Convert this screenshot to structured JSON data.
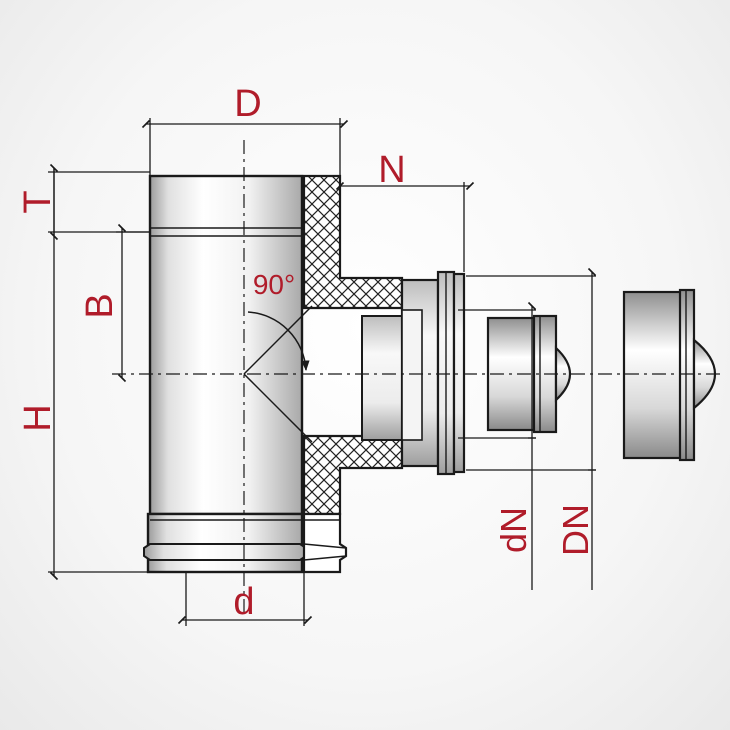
{
  "drawing": {
    "label_color": "#b01c2a",
    "line_color": "#1a1a1a",
    "labels": {
      "D": "D",
      "N": "N",
      "T": "T",
      "B": "B",
      "H": "H",
      "d": "d",
      "angle": "90°",
      "dN": "dN",
      "DN": "DN"
    }
  }
}
